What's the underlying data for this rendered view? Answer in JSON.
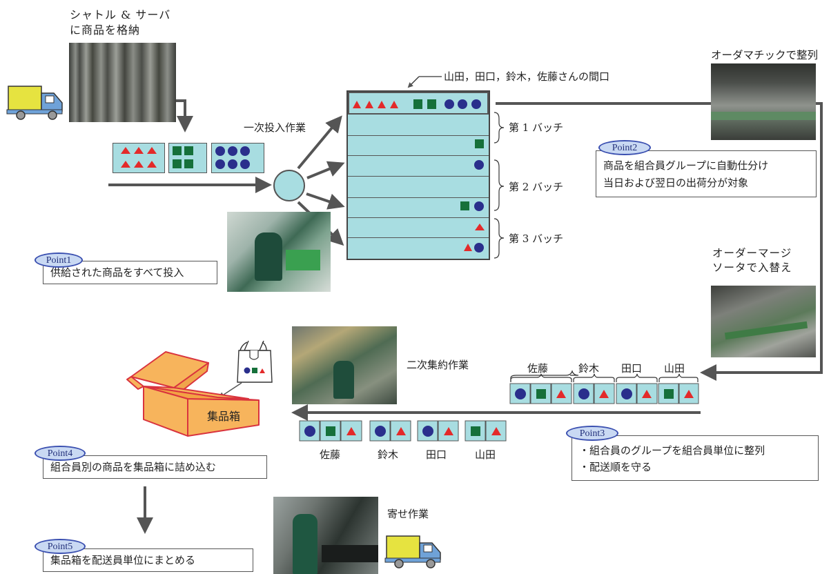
{
  "labels": {
    "shuttle_line1": "シャトル & サーバ",
    "shuttle_line2": "に商品を格納",
    "ordermatic": "オーダマチックで整列",
    "primary_input": "一次投入作業",
    "frontage_note": "山田，田口，鈴木，佐藤さんの間口",
    "batch1": "第 1 バッチ",
    "batch2": "第 2 バッチ",
    "batch3": "第 3 バッチ",
    "merge_line1": "オーダーマージ",
    "merge_line2": "ソータで入替え",
    "secondary": "二次集約作業",
    "box_label": "集品箱",
    "gather": "寄せ作業"
  },
  "members": {
    "top": [
      "佐藤",
      "鈴木",
      "田口",
      "山田"
    ],
    "bottom": [
      "佐藤",
      "鈴木",
      "田口",
      "山田"
    ]
  },
  "points": [
    {
      "tag": "Point1",
      "lines": [
        "供給された商品をすべて投入"
      ]
    },
    {
      "tag": "Point2",
      "lines": [
        "商品を組合員グループに自動仕分け",
        "当日および翌日の出荷分が対象"
      ]
    },
    {
      "tag": "Point3",
      "lines": [
        "・組合員のグループを組合員単位に整列",
        "・配送順を守る"
      ]
    },
    {
      "tag": "Point4",
      "lines": [
        "組合員別の商品を集品箱に詰め込む"
      ]
    },
    {
      "tag": "Point5",
      "lines": [
        "集品箱を配送員単位にまとめる"
      ]
    }
  ],
  "colors": {
    "triangle": "#e32a2a",
    "square": "#16703a",
    "circle": "#2a2f8c",
    "slot": "#a8dde1",
    "box": "#f7b45c",
    "box_edge": "#d9333e"
  }
}
